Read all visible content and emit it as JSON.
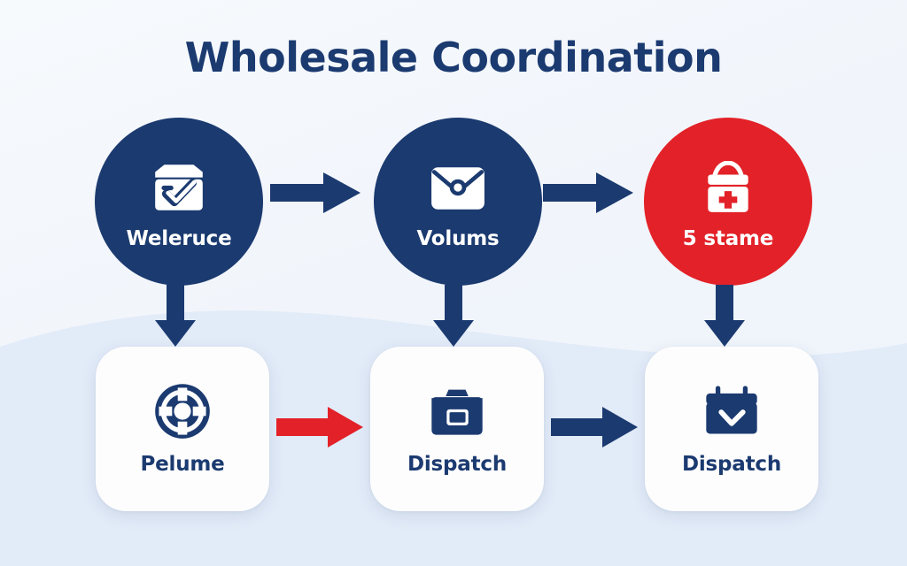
{
  "title": "Wholesale Coordination",
  "colors": {
    "navy": "#1b3a70",
    "red": "#e32128",
    "background": "#f2f6fc",
    "card_surface": "#fdfdfe",
    "curve": "#dde8f6"
  },
  "flow": {
    "top_row": [
      {
        "id": "node-1",
        "label": "Weleruce",
        "icon": "package-check-icon",
        "shape": "circle",
        "color": "#1b3a70"
      },
      {
        "id": "node-2",
        "label": "Volums",
        "icon": "envelope-icon",
        "shape": "circle",
        "color": "#1b3a70"
      },
      {
        "id": "node-3",
        "label": "5 stame",
        "icon": "first-aid-kit-icon",
        "shape": "circle",
        "color": "#e32128"
      }
    ],
    "bottom_row": [
      {
        "id": "node-4",
        "label": "Pelume",
        "icon": "gear-icon",
        "shape": "card",
        "color": "#1b3a70"
      },
      {
        "id": "node-5",
        "label": "Dispatch",
        "icon": "toolbox-icon",
        "shape": "card",
        "color": "#1b3a70"
      },
      {
        "id": "node-6",
        "label": "Dispatch",
        "icon": "calendar-check-icon",
        "shape": "card",
        "color": "#1b3a70"
      }
    ],
    "connectors": [
      {
        "id": "arrow-h1",
        "from": "node-1",
        "to": "node-2",
        "direction": "right",
        "color": "#1b3a70"
      },
      {
        "id": "arrow-h2",
        "from": "node-2",
        "to": "node-3",
        "direction": "right",
        "color": "#1b3a70"
      },
      {
        "id": "arrow-v1",
        "from": "node-1",
        "to": "node-4",
        "direction": "down",
        "color": "#1b3a70"
      },
      {
        "id": "arrow-v2",
        "from": "node-2",
        "to": "node-5",
        "direction": "down",
        "color": "#1b3a70"
      },
      {
        "id": "arrow-v3",
        "from": "node-3",
        "to": "node-6",
        "direction": "down",
        "color": "#1b3a70"
      },
      {
        "id": "arrow-h3",
        "from": "node-4",
        "to": "node-5",
        "direction": "right",
        "color": "#e32128"
      },
      {
        "id": "arrow-h4",
        "from": "node-5",
        "to": "node-6",
        "direction": "right",
        "color": "#1b3a70"
      }
    ]
  }
}
